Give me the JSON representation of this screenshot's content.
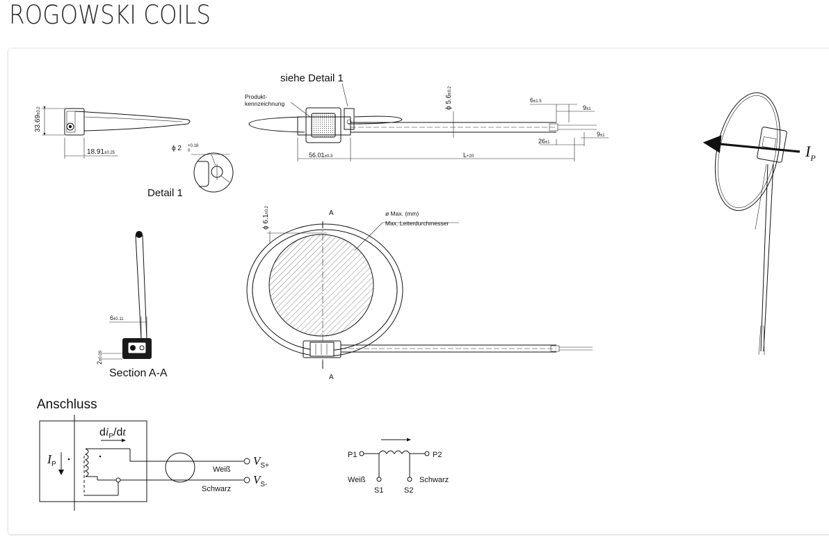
{
  "page": {
    "title": "ROGOWSKI COILS"
  },
  "drawing": {
    "side_view": {
      "height_dim": "33.69",
      "height_tol": "±0.2",
      "width_dim": "18.91",
      "width_tol": "±0.25"
    },
    "detail": {
      "reference": "siehe Detail 1",
      "label": "Detail 1",
      "phi_dim": "ϕ 2",
      "phi_tol_upper": "+0.18",
      "phi_tol_lower": "0"
    },
    "top_view": {
      "product_label_line1": "Produkt-",
      "product_label_line2": "kennzeichnung",
      "cable_dia": "ϕ 5.6",
      "cable_dia_tol": "±0.2",
      "dim_6": "6",
      "dim_6_tol": "±1.5",
      "dim_9a": "9",
      "dim_9a_tol": "±1",
      "dim_26": "26",
      "dim_26_tol": "±1",
      "dim_9b": "9",
      "dim_9b_tol": "±1",
      "dim_56": "56.01",
      "dim_56_tol": "±0.3",
      "dim_L": "L",
      "dim_L_tol": "+20"
    },
    "section": {
      "label": "Section A-A",
      "dim_6": "6",
      "dim_6_tol": "±0.11",
      "dim_2": "2",
      "dim_2_tol": "±0.09"
    },
    "front_view": {
      "coil_dia": "ϕ 6.1",
      "coil_dia_tol": "±0.2",
      "section_mark_top": "A",
      "section_mark_bottom": "A",
      "max_label_line1": "ø Max. (mm)",
      "max_label_line2": "Max. Leiterdurchmesser"
    },
    "perspective": {
      "current_label": "I",
      "current_sub": "P"
    }
  },
  "schematic": {
    "heading": "Anschluss",
    "d": "d",
    "i": "i",
    "p": "P",
    "slash": "/d",
    "t": "t",
    "ip_I": "I",
    "ip_P": "P",
    "white": "Weiß",
    "black": "Schwarz",
    "vs_plus_V": "V",
    "vs_plus_sub": "S+",
    "vs_minus_V": "V",
    "vs_minus_sub": "S-"
  },
  "symbol": {
    "p1": "P1",
    "p2": "P2",
    "weiss": "Weiß",
    "schwarz": "Schwarz",
    "s1": "S1",
    "s2": "S2"
  }
}
